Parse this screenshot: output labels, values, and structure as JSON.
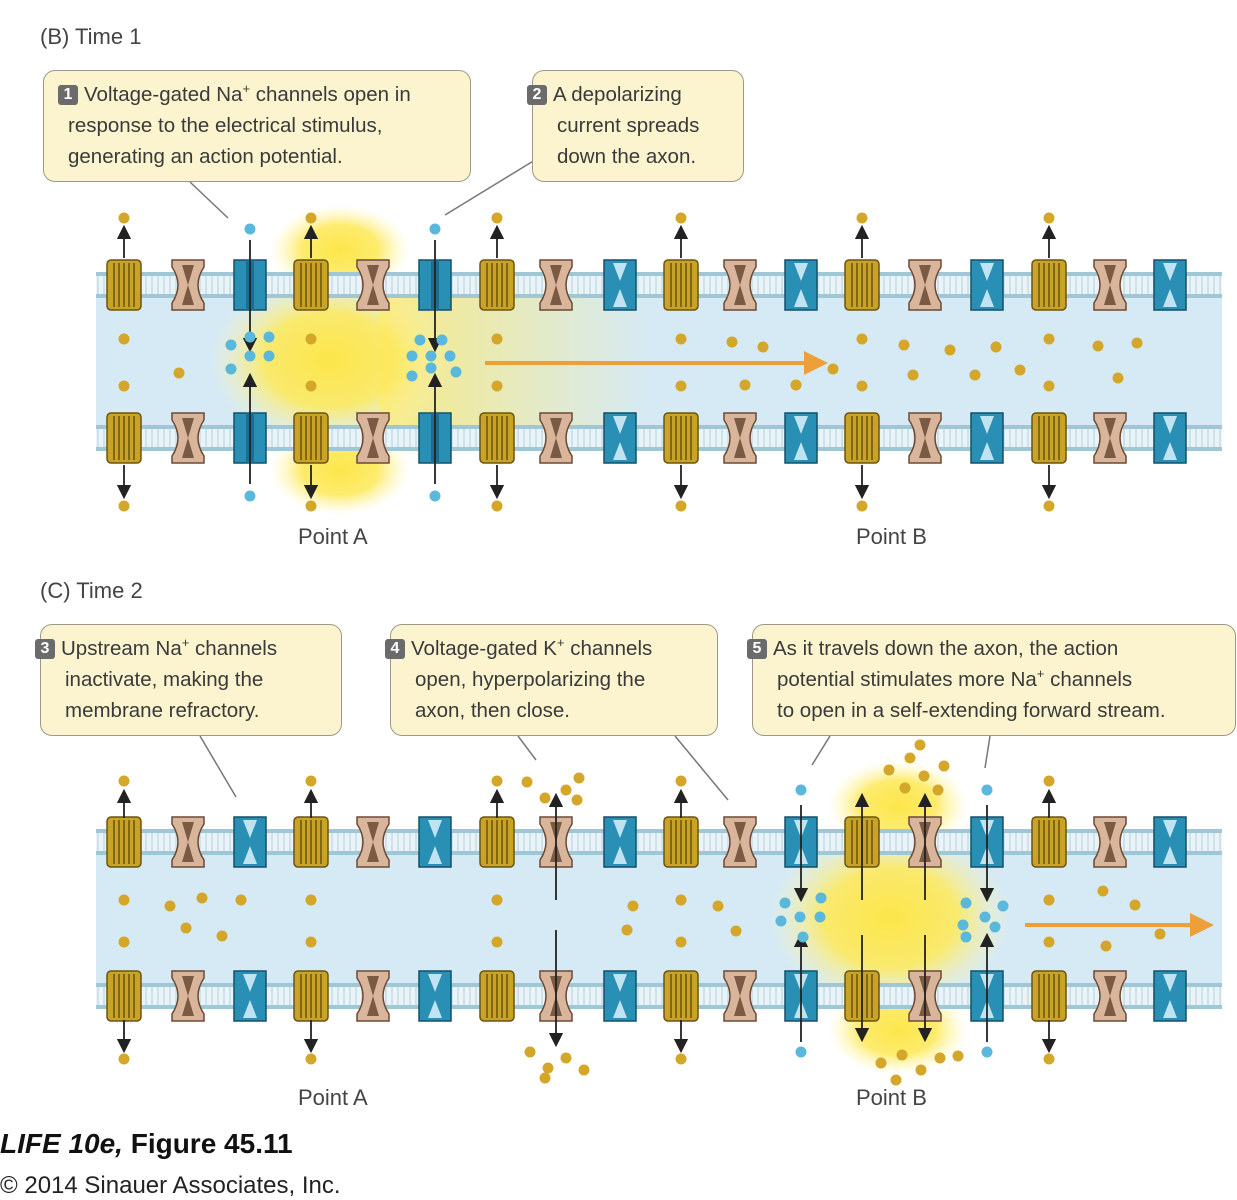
{
  "panels": [
    {
      "label": "(B)  Time 1",
      "point_a": "Point A",
      "point_b": "Point B",
      "callouts": [
        {
          "number": "1",
          "lines": [
            "Voltage-gated Na",
            "response to the electrical stimulus,",
            "generating an action potential."
          ],
          "line1_sup": "+",
          "line1_tail": " channels open in"
        },
        {
          "number": "2",
          "lines": [
            "A depolarizing",
            "current spreads",
            "down the axon."
          ]
        }
      ]
    },
    {
      "label": "(C)  Time 2",
      "point_a": "Point A",
      "point_b": "Point B",
      "callouts": [
        {
          "number": "3",
          "lines": [
            "Upstream Na",
            "inactivate, making the",
            "membrane refractory."
          ],
          "line1_sup": "+",
          "line1_tail": " channels"
        },
        {
          "number": "4",
          "lines": [
            "Voltage-gated K",
            "open, hyperpolarizing the",
            "axon, then close."
          ],
          "line1_sup": "+",
          "line1_tail": " channels"
        },
        {
          "number": "5",
          "lines": [
            "As it travels down the axon, the action",
            "potential stimulates more Na",
            "to open in a self-extending forward stream."
          ],
          "line2_sup": "+",
          "line2_tail": " channels"
        }
      ]
    }
  ],
  "caption": {
    "italic": "LIFE 10e,",
    "bold": " Figure 45.11",
    "copyright": "© 2014 Sinauer Associates, Inc."
  },
  "colors": {
    "membrane": "#9fc7d6",
    "cytoplasm": "#d6eaf5",
    "na_channel": "#2a8fb5",
    "k_channel": "#c9a326",
    "leak_channel": "#d9b59c",
    "na_ion": "#59b8db",
    "k_ion": "#d4a62a",
    "current_arrow": "#eda03a",
    "glow": "#fbe34a",
    "callout_bg": "#fbf4cf"
  }
}
